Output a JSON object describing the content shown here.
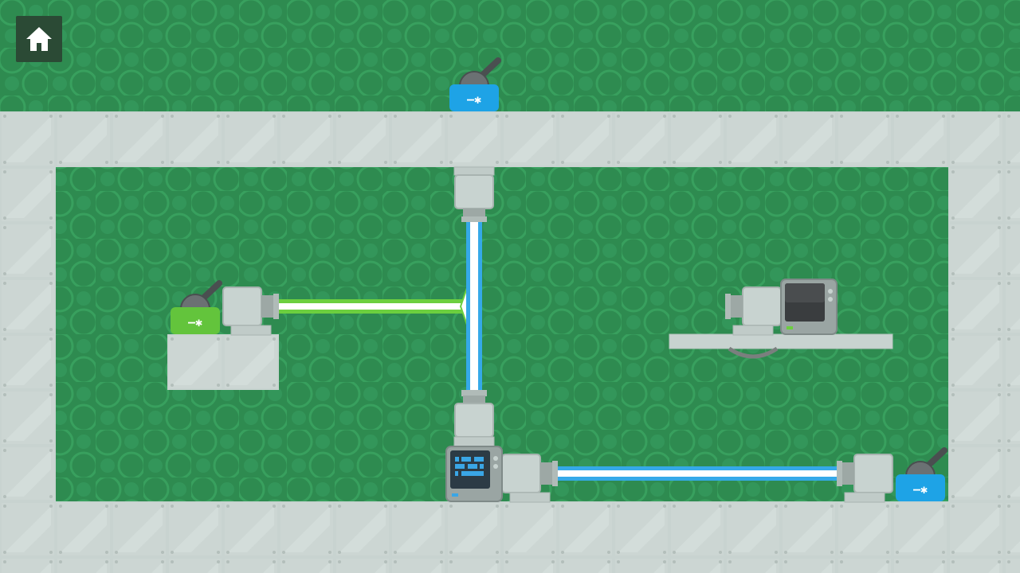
{
  "window": {
    "title": ""
  },
  "toolbar": {
    "home_icon": "home-icon"
  },
  "colors": {
    "background_green": "#2e8b50",
    "background_pattern": "#35995a",
    "wall_gray": "#c8d3d0",
    "wall_tile": "#d2dcd9",
    "laser_green": "#6ccf3f",
    "laser_blue": "#35a9e8",
    "switch_blue": "#1ea3e6",
    "switch_green": "#63c43c",
    "home_bg": "#2b4a35"
  },
  "switches": [
    {
      "id": "top-switch",
      "color": "blue",
      "symbol": "—✱"
    },
    {
      "id": "left-switch",
      "color": "green",
      "symbol": "—✱"
    },
    {
      "id": "bottom-right-switch",
      "color": "blue",
      "symbol": "—✱"
    }
  ],
  "devices": [
    {
      "id": "left-emitter",
      "type": "laser-emitter"
    },
    {
      "id": "top-receiver",
      "type": "laser-node"
    },
    {
      "id": "bottom-node",
      "type": "laser-node"
    },
    {
      "id": "bottom-left-emitter",
      "type": "laser-emitter"
    },
    {
      "id": "bottom-right-emitter",
      "type": "laser-emitter"
    },
    {
      "id": "right-emitter",
      "type": "laser-emitter"
    },
    {
      "id": "code-monitor",
      "type": "computer",
      "state": "active"
    },
    {
      "id": "dark-monitor",
      "type": "computer",
      "state": "inactive"
    }
  ],
  "lasers": [
    {
      "id": "green-horizontal",
      "color": "green"
    },
    {
      "id": "blue-vertical",
      "color": "blue"
    },
    {
      "id": "blue-bottom",
      "color": "blue"
    }
  ]
}
